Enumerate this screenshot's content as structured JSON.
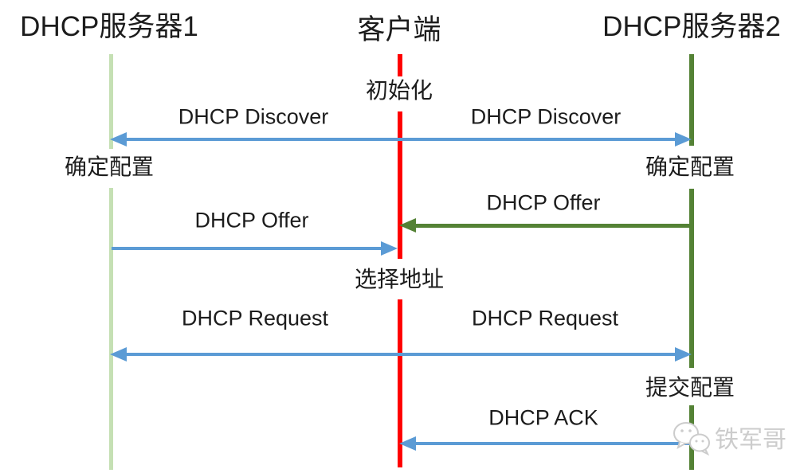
{
  "diagram_type": "dhcp-sequence-diagram",
  "actors": [
    {
      "id": "dhcp-server-1",
      "name": "DHCP服务器1",
      "lifeline_color": "#C5E0B4"
    },
    {
      "id": "client",
      "name": "客户端",
      "lifeline_color": "#FF0000"
    },
    {
      "id": "dhcp-server-2",
      "name": "DHCP服务器2",
      "lifeline_color": "#548235"
    }
  ],
  "state_labels": [
    {
      "id": "init",
      "text": "初始化",
      "actor": "client"
    },
    {
      "id": "confirm-config-left",
      "text": "确定配置",
      "actor": "dhcp-server-1"
    },
    {
      "id": "confirm-config-right",
      "text": "确定配置",
      "actor": "dhcp-server-2"
    },
    {
      "id": "select-address",
      "text": "选择地址",
      "actor": "client"
    },
    {
      "id": "commit-config",
      "text": "提交配置",
      "actor": "dhcp-server-2"
    }
  ],
  "messages": [
    {
      "id": "discover-left",
      "label": "DHCP Discover",
      "from": "client",
      "to": "dhcp-server-1",
      "color": "#5B9BD5"
    },
    {
      "id": "discover-right",
      "label": "DHCP Discover",
      "from": "client",
      "to": "dhcp-server-2",
      "color": "#5B9BD5"
    },
    {
      "id": "offer-from-server2",
      "label": "DHCP Offer",
      "from": "dhcp-server-2",
      "to": "client",
      "color": "#548235"
    },
    {
      "id": "offer-from-server1",
      "label": "DHCP Offer",
      "from": "dhcp-server-1",
      "to": "client",
      "color": "#5B9BD5"
    },
    {
      "id": "request-left",
      "label": "DHCP Request",
      "from": "client",
      "to": "dhcp-server-1",
      "color": "#5B9BD5"
    },
    {
      "id": "request-right",
      "label": "DHCP Request",
      "from": "client",
      "to": "dhcp-server-2",
      "color": "#5B9BD5"
    },
    {
      "id": "ack",
      "label": "DHCP ACK",
      "from": "dhcp-server-2",
      "to": "client",
      "color": "#5B9BD5"
    }
  ],
  "watermark": {
    "icon": "wechat-icon",
    "text": "铁军哥",
    "color": "#cccccc"
  },
  "colors": {
    "arrow_blue": "#5B9BD5",
    "arrow_green": "#548235",
    "lifeline_light_green": "#C5E0B4",
    "lifeline_red": "#FF0000",
    "lifeline_dark_green": "#548235",
    "text": "#1c1c1c"
  }
}
